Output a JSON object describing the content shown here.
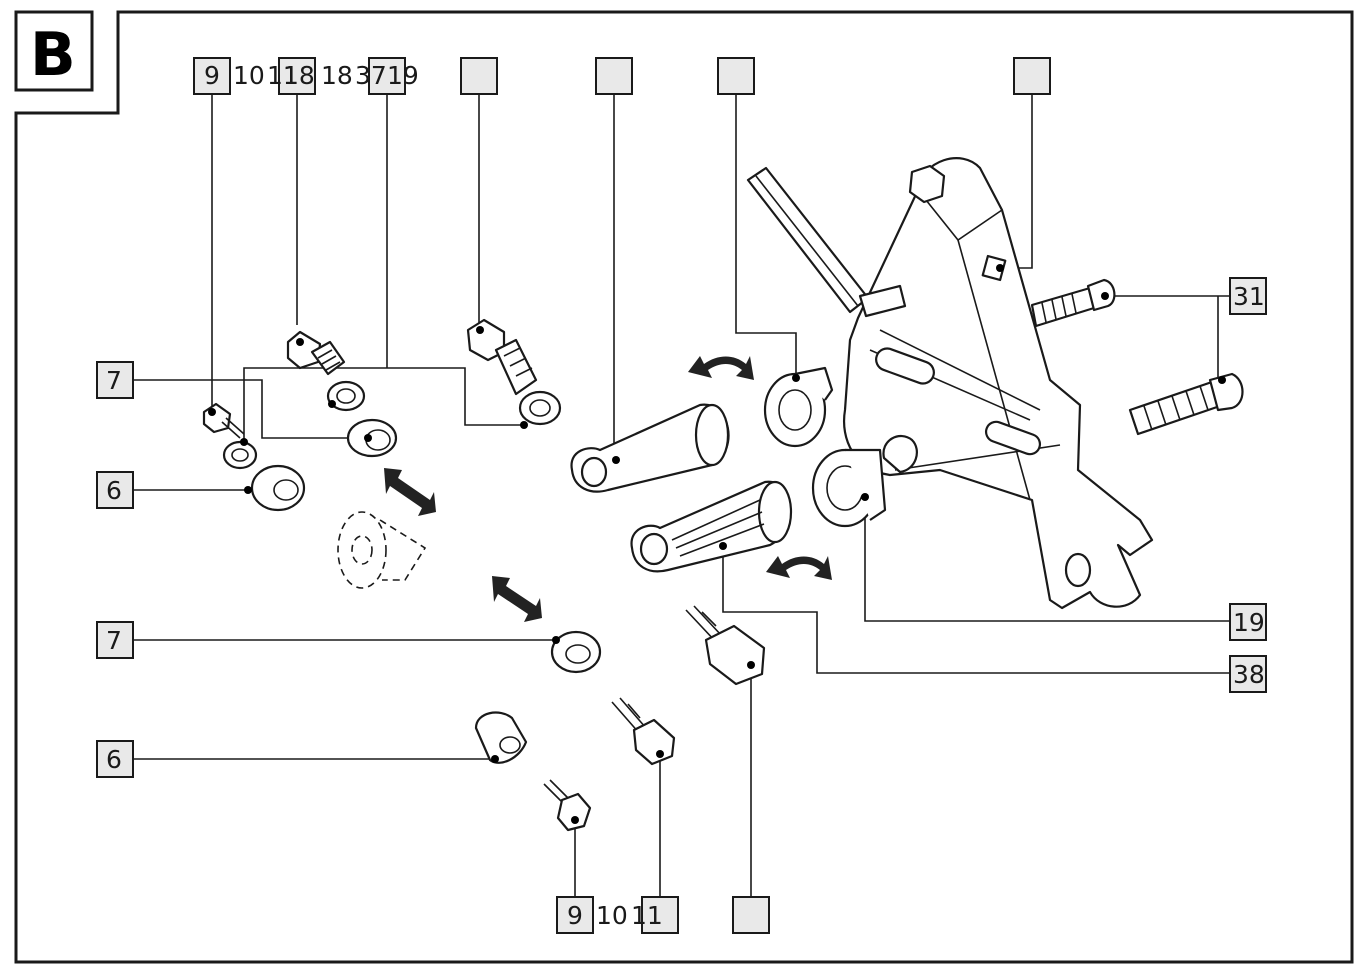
{
  "panel": {
    "letter": "B"
  },
  "callouts": {
    "top_group_labels": [
      "9",
      "10",
      "11",
      "18",
      "18",
      "37",
      "19"
    ],
    "label_7a": "7",
    "label_6a": "6",
    "label_7b": "7",
    "label_6b": "6",
    "label_31": "31",
    "label_19": "19",
    "label_38": "38",
    "bottom_group_labels": [
      "9",
      "10",
      "11"
    ]
  },
  "colors": {
    "label_box_fill": "#e9e9e9",
    "line": "#1a1a1a"
  }
}
